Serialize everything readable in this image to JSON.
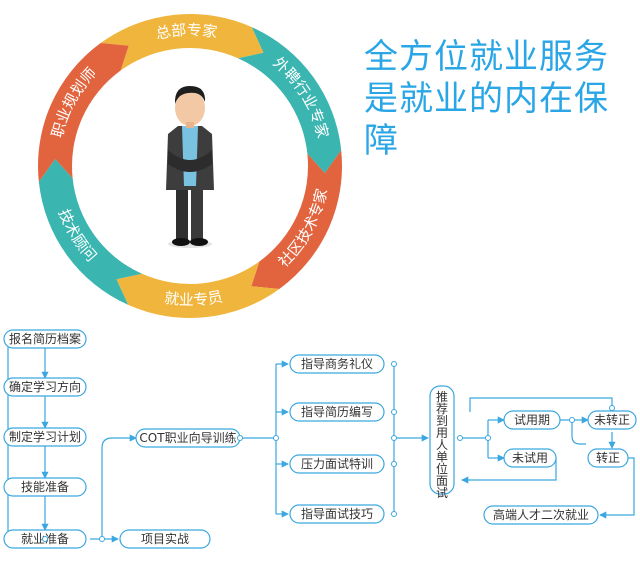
{
  "headline": "全方位就业服务是就业的内在保障",
  "ring": {
    "segments": [
      {
        "label": "总部专家",
        "color": "#f0b53c"
      },
      {
        "label": "外聘行业专家",
        "color": "#3ab5b0"
      },
      {
        "label": "社区技术专家",
        "color": "#e2643e"
      },
      {
        "label": "就业专员",
        "color": "#f0b53c"
      },
      {
        "label": "技术顾问",
        "color": "#3ab5b0"
      },
      {
        "label": "职业规划师",
        "color": "#e2643e"
      }
    ]
  },
  "flow": {
    "left_steps": [
      "报名简历档案",
      "确定学习方向",
      "制定学习计划",
      "技能准备",
      "就业准备"
    ],
    "project": "项目实战",
    "cot": "COT职业向导训练",
    "guides": [
      "指导商务礼仪",
      "指导简历编写",
      "压力面试特训",
      "指导面试技巧"
    ],
    "recommend": "推荐到用人单位面试",
    "trial": "试用期",
    "not_hired": "未试用",
    "not_regular": "未转正",
    "regular": "转正",
    "career": "高端人才二次就业"
  },
  "colors": {
    "accent": "#2aa6e6",
    "line": "#3aa7e0"
  }
}
